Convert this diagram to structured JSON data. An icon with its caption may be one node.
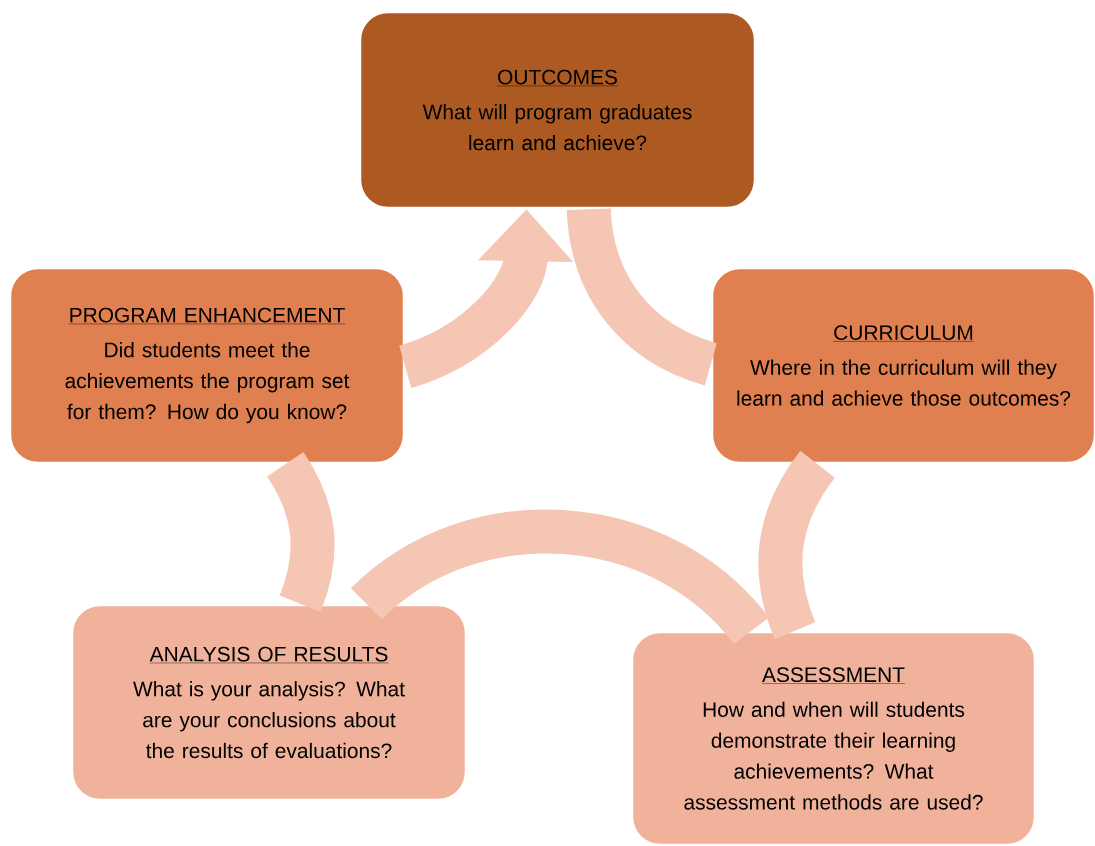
{
  "diagram": {
    "nodes": [
      {
        "text": [
          "OUTCOMES",
          "What will program graduates learn and achieve?"
        ]
      },
      {
        "text": [
          "CURRICULUM",
          "Where in the curriculum will they learn and achieve those outcomes?"
        ]
      },
      {
        "text": [
          "ASSESSMENT",
          "How and when will students demonstrate their learning achievements? What assessment methods are used?"
        ]
      },
      {
        "text": [
          "ANALYSIS OF RESULTS",
          "What is your analysis? What are your conclusions about the results of evaluations?"
        ]
      },
      {
        "text": [
          "PROGRAM ENHANCEMENT",
          "Did students meet the achievements the program set for them? How do you know?"
        ]
      }
    ],
    "edges": [
      {
        "from": 0,
        "to": 1,
        "arrow": "none"
      },
      {
        "from": 1,
        "to": 2,
        "arrow": "none"
      },
      {
        "from": 2,
        "to": 3,
        "arrow": "none"
      },
      {
        "from": 3,
        "to": 4,
        "arrow": "none"
      },
      {
        "from": 4,
        "to": 0,
        "arrow": "to"
      }
    ]
  }
}
